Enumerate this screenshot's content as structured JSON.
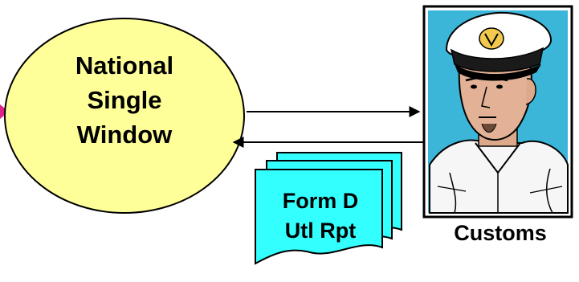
{
  "nsw": {
    "lines": [
      "National",
      "Single",
      "Window"
    ]
  },
  "document": {
    "lines": [
      "Form D",
      "Utl Rpt"
    ]
  },
  "customs": {
    "label": "Customs"
  },
  "colors": {
    "ellipse_fill": "#ffff99",
    "document_fill": "#33ffff",
    "incoming_arrow": "#e0218a",
    "arrow": "#000000",
    "outline": "#000000"
  },
  "icons": [
    "customs-officer-clipart"
  ]
}
